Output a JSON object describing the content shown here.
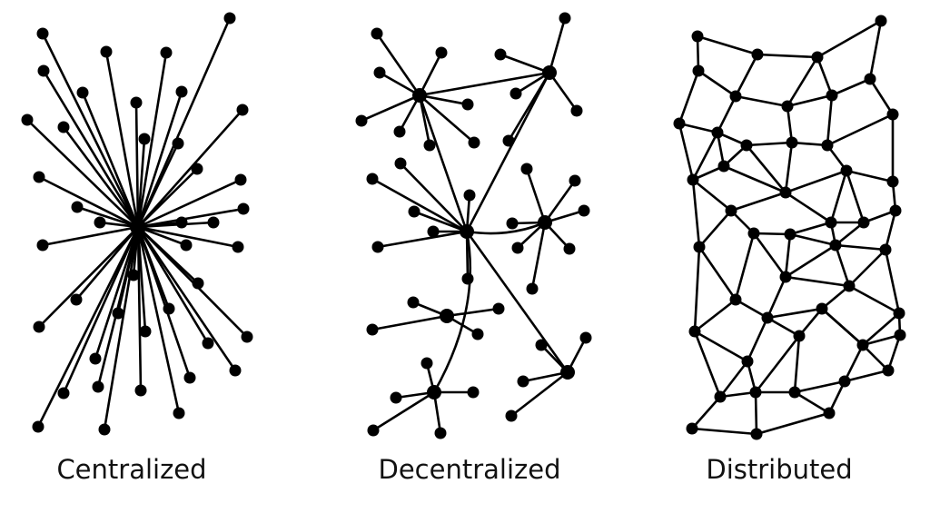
{
  "colors": {
    "background": "#ffffff",
    "ink": "#000000"
  },
  "diagrams": [
    {
      "label": "Centralized"
    },
    {
      "label": "Decentralized"
    },
    {
      "label": "Distributed"
    }
  ]
}
